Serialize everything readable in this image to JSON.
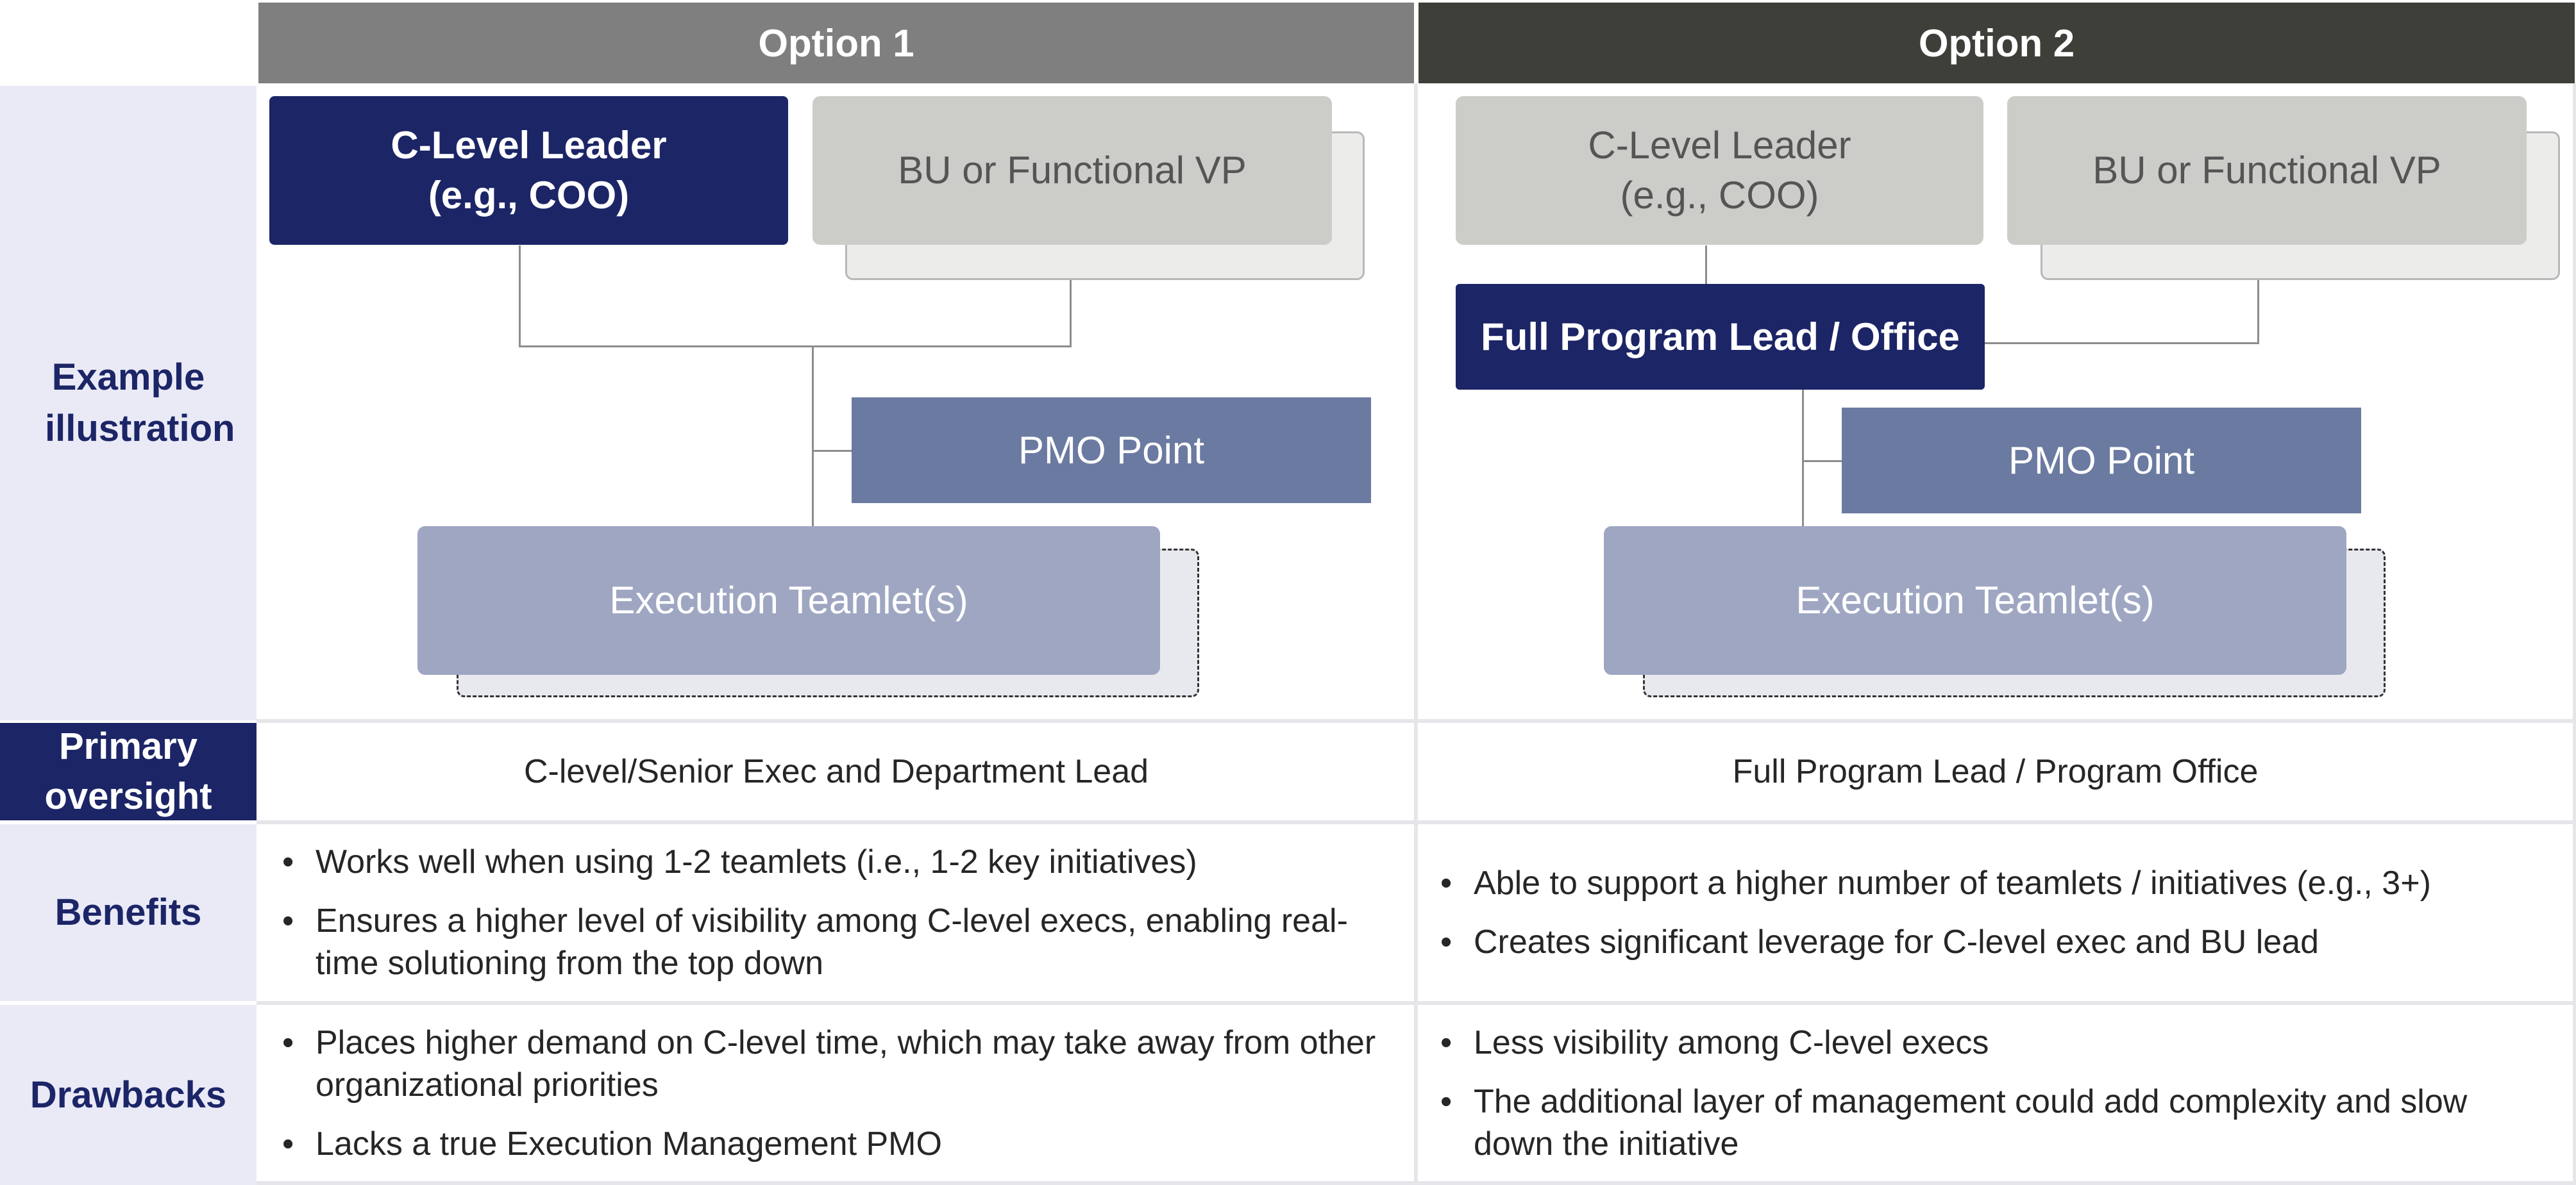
{
  "columns": {
    "option1": "Option 1",
    "option2": "Option 2"
  },
  "rows": {
    "illustration": "Example illustration",
    "oversight": "Primary oversight",
    "benefits": "Benefits",
    "drawbacks": "Drawbacks"
  },
  "option1": {
    "diagram": {
      "c_level": "C-Level Leader (e.g., COO)",
      "bu_vp": "BU or Functional VP",
      "pmo": "PMO Point",
      "execution": "Execution Teamlet(s)"
    },
    "oversight": "C-level/Senior Exec and Department Lead",
    "benefits": [
      "Works well when using 1-2 teamlets (i.e., 1-2 key initiatives)",
      "Ensures a higher level of visibility among C-level execs, enabling real-time solutioning from the top down"
    ],
    "drawbacks": [
      "Places higher demand on C-level time, which may take away from other organizational priorities",
      "Lacks a true Execution Management PMO"
    ]
  },
  "option2": {
    "diagram": {
      "c_level": "C-Level Leader (e.g., COO)",
      "bu_vp": "BU or Functional VP",
      "program_lead": "Full Program Lead / Office",
      "pmo": "PMO Point",
      "execution": "Execution Teamlet(s)"
    },
    "oversight": "Full Program Lead / Program Office",
    "benefits": [
      "Able to support a higher number of teamlets / initiatives (e.g., 3+)",
      "Creates significant leverage for C-level exec and BU lead"
    ],
    "drawbacks": [
      "Less visibility among C-level execs",
      "The additional layer of management could add complexity and slow down the initiative"
    ]
  },
  "colors": {
    "option1_header": "#7f7f7f",
    "option2_header": "#3f3f3a",
    "row_label_bg": "#e9eaf6",
    "row_label_text": "#1c2566",
    "highlight_box": "#1c2566",
    "pmo_box": "#6b7aa1",
    "execution_box": "#9ea6c2",
    "grey_box": "#cccdc8"
  }
}
